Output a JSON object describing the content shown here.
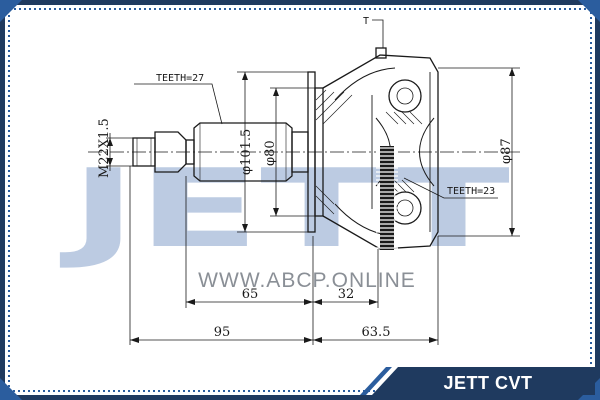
{
  "labels": {
    "teeth_shaft": "TEETH=27",
    "teeth_ring": "TEETH=23",
    "thread": "M22X1.5",
    "t_mark": "T",
    "dia_large": "φ101.5",
    "dia_mid": "φ80",
    "dia_right": "φ87"
  },
  "dimensions": {
    "len_65": "65",
    "len_32": "32",
    "len_95": "95",
    "len_63_5": "63.5"
  },
  "watermark": {
    "logo": "JETT",
    "site": "WWW.ABCP.ONLINE"
  },
  "brand": {
    "name": "JETT CVT"
  },
  "colors": {
    "frame_dark": "#1f3a5f",
    "frame_accent": "#2b5d9e",
    "watermark": "#bccbe2",
    "line": "#1a1a1a"
  }
}
